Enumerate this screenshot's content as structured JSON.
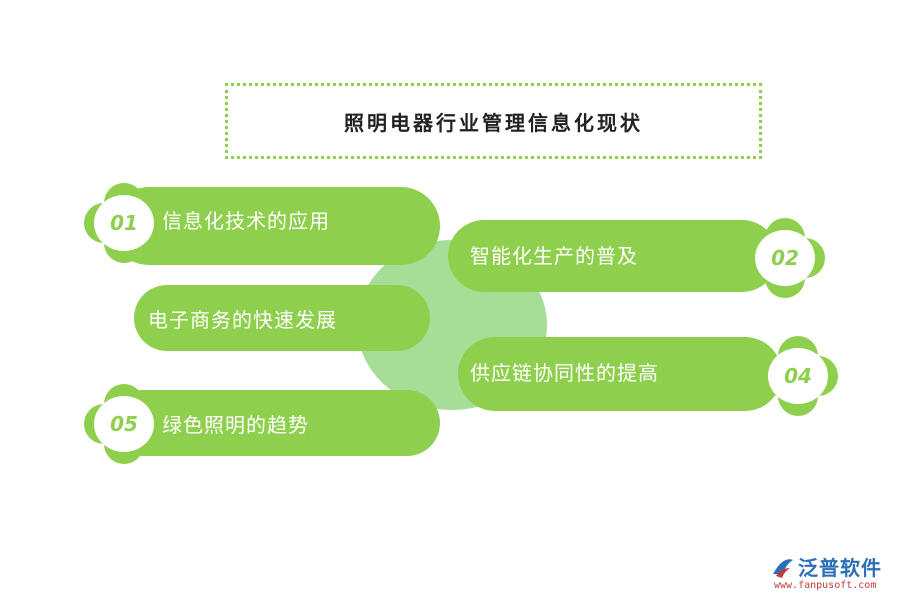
{
  "title": "照明电器行业管理信息化现状",
  "items": [
    {
      "num": "01",
      "label": "信息化技术的应用"
    },
    {
      "num": "02",
      "label": "智能化生产的普及"
    },
    {
      "num": "",
      "label": "电子商务的快速发展"
    },
    {
      "num": "04",
      "label": "供应链协同性的提高"
    },
    {
      "num": "05",
      "label": "绿色照明的趋势"
    }
  ],
  "logo": {
    "name": "泛普软件",
    "url": "www.fanpusoft.com"
  },
  "colors": {
    "accent": "#8fcf4e",
    "center": "#a6de98",
    "logo_blue": "#2a6fb8",
    "logo_red": "#c43a3a"
  }
}
